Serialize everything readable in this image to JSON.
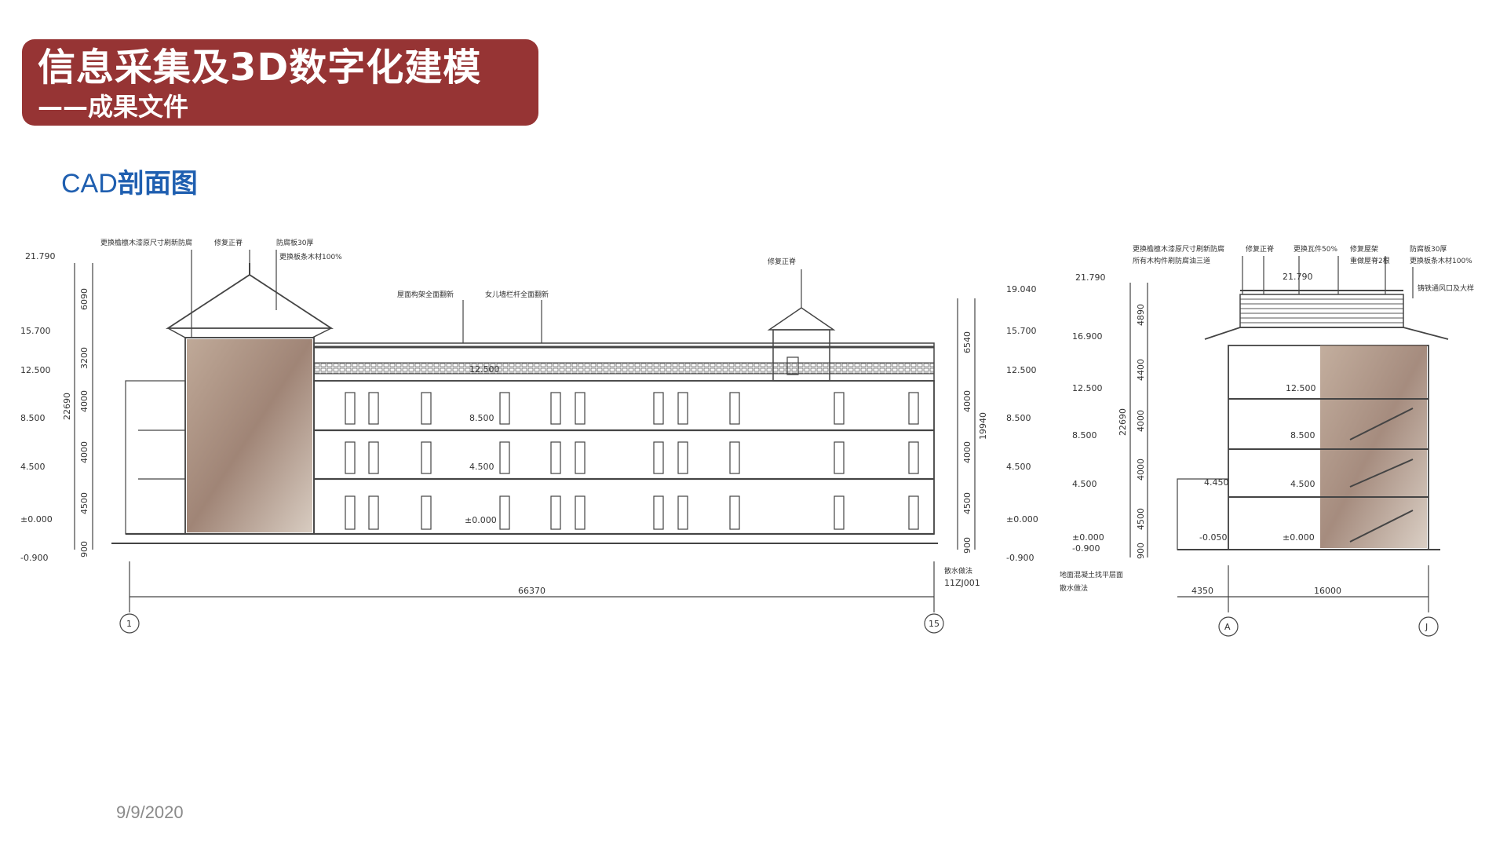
{
  "slide": {
    "title": "信息采集及3D数字化建模",
    "subtitle": "——成果文件",
    "section_label_latin": "CAD",
    "section_label_cjk": "剖面图",
    "date": "9/9/2020"
  },
  "colors": {
    "title_bg": "#963434",
    "section_label": "#1f5fb0",
    "line": "#444444"
  },
  "drawing_left": {
    "elevations_left": [
      "21.790",
      "15.700",
      "12.500",
      "8.500",
      "4.500",
      "±0.000",
      "-0.900"
    ],
    "dims_left": [
      "6090",
      "3200",
      "4000",
      "4000",
      "4500",
      "900"
    ],
    "total_left": "22690",
    "elevations_right": [
      "19.040",
      "15.700",
      "12.500",
      "8.500",
      "4.500",
      "±0.000",
      "-0.900"
    ],
    "dims_right": [
      "6540",
      "4000",
      "4000",
      "4500",
      "900"
    ],
    "total_right": "19940",
    "floor_marks": [
      "12.500",
      "8.500",
      "4.500",
      "±0.000"
    ],
    "overall_length": "66370",
    "axis_start": "1",
    "axis_end": "15",
    "detail_ref": "11ZJ001",
    "annotations": [
      "更换檐檩木漆原尺寸刷新防腐",
      "修复正脊",
      "防腐板30厚",
      "更换板条木材100%",
      "修复正脊",
      "屋面构架全面翻新",
      "女儿墙栏杆全面翻新",
      "散水做法"
    ]
  },
  "drawing_right": {
    "elevations": [
      "21.790",
      "16.900",
      "12.500",
      "8.500",
      "4.500",
      "±0.000",
      "-0.900"
    ],
    "dims": [
      "4890",
      "4400",
      "4000",
      "4000",
      "4500",
      "900"
    ],
    "total": "22690",
    "roof_elev": "21.790",
    "floor_marks": [
      "12.500",
      "8.500",
      "4.500",
      "±0.000",
      "-0.050",
      "4.450"
    ],
    "dims_bottom": [
      "4350",
      "16000"
    ],
    "axis_start": "A",
    "axis_end": "J",
    "annotations": [
      "更换檐檩木漆原尺寸刷新防腐",
      "所有木构件刷防腐油三道",
      "修复正脊",
      "更换瓦件50%",
      "修复屋架",
      "重做屋脊2根",
      "防腐板30厚",
      "更换板条木材100%",
      "铸铁通风口及大样",
      "地面混凝土找平层面",
      "散水做法"
    ]
  }
}
